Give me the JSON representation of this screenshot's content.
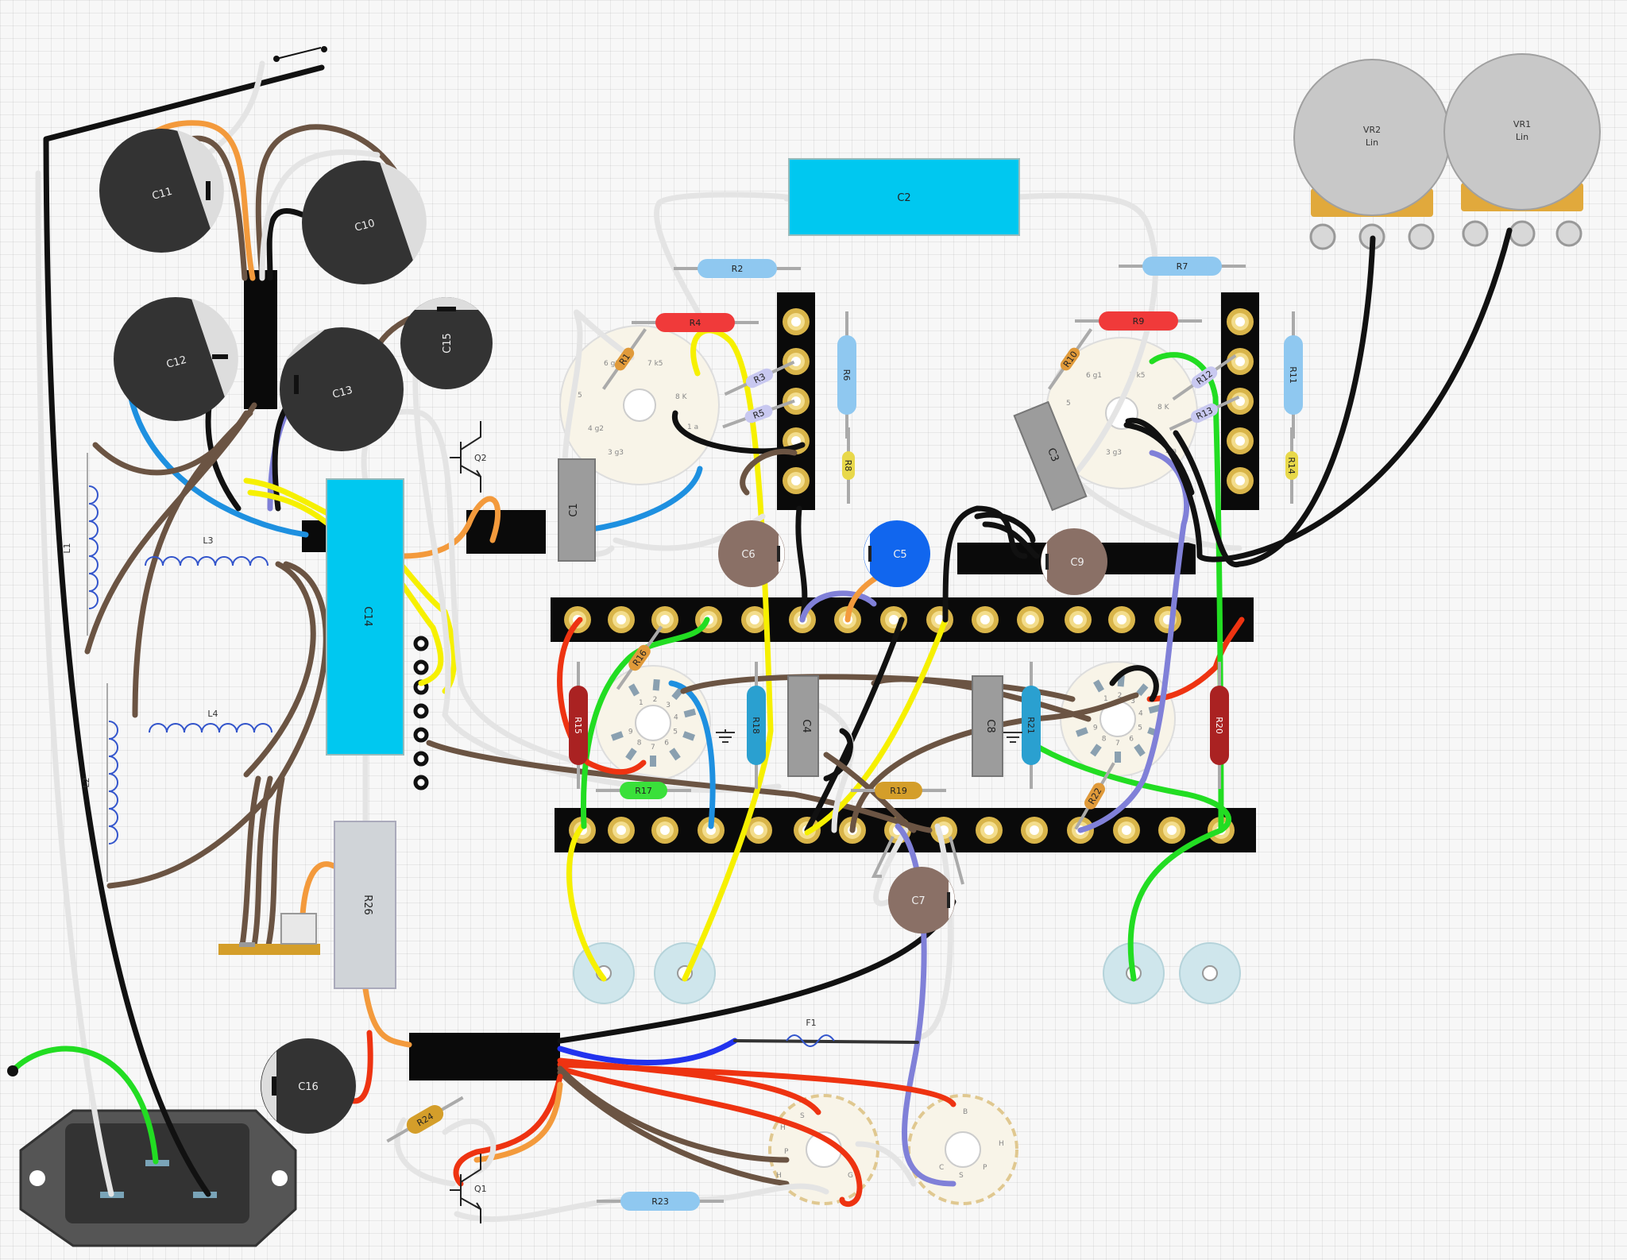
{
  "components": {
    "filter_caps": [
      {
        "id": "C10",
        "label": "C10"
      },
      {
        "id": "C11",
        "label": "C11"
      },
      {
        "id": "C12",
        "label": "C12"
      },
      {
        "id": "C13",
        "label": "C13"
      },
      {
        "id": "C15",
        "label": "C15"
      },
      {
        "id": "C16",
        "label": "C16"
      }
    ],
    "film_caps": [
      {
        "id": "C1",
        "label": "C1"
      },
      {
        "id": "C2",
        "label": "C2"
      },
      {
        "id": "C3",
        "label": "C3"
      },
      {
        "id": "C4",
        "label": "C4"
      },
      {
        "id": "C8",
        "label": "C8"
      },
      {
        "id": "C14",
        "label": "C14"
      }
    ],
    "disc_caps": [
      {
        "id": "C5",
        "label": "C5"
      },
      {
        "id": "C6",
        "label": "C6"
      },
      {
        "id": "C7",
        "label": "C7"
      },
      {
        "id": "C9",
        "label": "C9"
      }
    ],
    "resistors": [
      {
        "id": "R1",
        "label": "R1"
      },
      {
        "id": "R2",
        "label": "R2"
      },
      {
        "id": "R3",
        "label": "R3"
      },
      {
        "id": "R4",
        "label": "R4"
      },
      {
        "id": "R5",
        "label": "R5"
      },
      {
        "id": "R6",
        "label": "R6"
      },
      {
        "id": "R7",
        "label": "R7"
      },
      {
        "id": "R8",
        "label": "R8"
      },
      {
        "id": "R9",
        "label": "R9"
      },
      {
        "id": "R10",
        "label": "R10"
      },
      {
        "id": "R11",
        "label": "R11"
      },
      {
        "id": "R12",
        "label": "R12"
      },
      {
        "id": "R13",
        "label": "R13"
      },
      {
        "id": "R14",
        "label": "R14"
      },
      {
        "id": "R15",
        "label": "R15"
      },
      {
        "id": "R16",
        "label": "R16"
      },
      {
        "id": "R17",
        "label": "R17"
      },
      {
        "id": "R18",
        "label": "R18"
      },
      {
        "id": "R19",
        "label": "R19"
      },
      {
        "id": "R20",
        "label": "R20"
      },
      {
        "id": "R21",
        "label": "R21"
      },
      {
        "id": "R22",
        "label": "R22"
      },
      {
        "id": "R23",
        "label": "R23"
      },
      {
        "id": "R24",
        "label": "R24"
      },
      {
        "id": "R26",
        "label": "R26"
      }
    ],
    "inductors": [
      {
        "id": "L1",
        "label": "L1"
      },
      {
        "id": "L2",
        "label": "L2"
      },
      {
        "id": "L3",
        "label": "L3"
      },
      {
        "id": "L4",
        "label": "L4"
      }
    ],
    "transistors": [
      {
        "id": "Q1",
        "label": "Q1"
      },
      {
        "id": "Q2",
        "label": "Q2"
      }
    ],
    "fuse": {
      "id": "F1",
      "label": "F1"
    },
    "pots": [
      {
        "id": "VR2",
        "label": "VR2",
        "taper": "Lin"
      },
      {
        "id": "VR1",
        "label": "VR1",
        "taper": "Lin"
      }
    ],
    "tube_pins": {
      "t9": [
        "1",
        "2",
        "3",
        "4",
        "5",
        "6",
        "7",
        "8",
        "9"
      ],
      "t_upper_left": [
        "6 g1",
        "7 k5",
        "8 K",
        "1 a",
        "3 g3",
        "4 g2",
        "5"
      ],
      "t_upper_right": [
        "6 g1",
        "7 k5",
        "8 K",
        "2 a",
        "3 g3",
        "5"
      ],
      "t_socket": [
        "H",
        "H",
        "G",
        "S",
        "P",
        "C",
        "P",
        "S",
        "B",
        "H"
      ]
    }
  },
  "colors": {
    "wire_black": "#111111",
    "wire_white": "#e4e4e4",
    "wire_brown": "#6b5443",
    "wire_orange": "#f39a3c",
    "wire_yellow": "#f6f000",
    "wire_green": "#22dd22",
    "wire_red": "#ee3311",
    "wire_blue": "#1e90e0",
    "wire_purple": "#8080d8",
    "cap_film_cyan": "#00c8f0",
    "cap_film_grey": "#9c9c9c",
    "cap_disc_brown": "#8a7066",
    "cap_disc_blue": "#1166ee",
    "board_black": "#0a0a0a",
    "turret_gold": "#d9b54a"
  },
  "icons": [
    "ground-symbol-icon",
    "transistor-symbol-icon",
    "fuse-symbol-icon",
    "switch-symbol-icon"
  ]
}
